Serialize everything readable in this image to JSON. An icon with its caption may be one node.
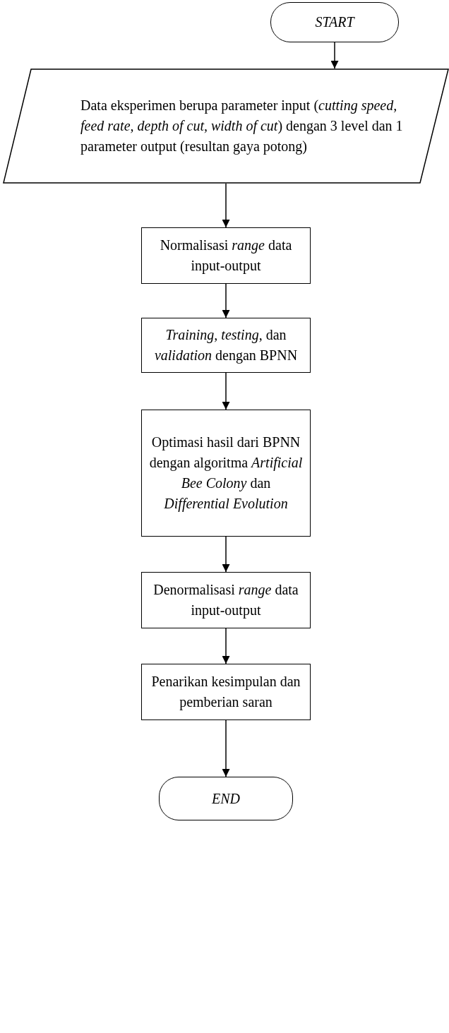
{
  "diagram": {
    "nodes": [
      {
        "text": [
          "START"
        ]
      },
      {
        "text": [
          "Data eksperimen berupa parameter input (*cutting speed, feed rate, depth of cut, width of cut*) dengan 3 level dan 1 parameter output (resultan gaya potong)"
        ]
      },
      {
        "text": [
          "Normalisasi *range* data input-output"
        ]
      },
      {
        "text": [
          "*Training, testing*, dan *validation* dengan BPNN"
        ]
      },
      {
        "text": [
          "Optimasi hasil dari BPNN dengan algoritma *Artificial Bee Colony* dan *Differential Evolution*"
        ]
      },
      {
        "text": [
          "Denormalisasi *range* data input-output"
        ]
      },
      {
        "text": [
          "Penarikan kesimpulan dan pemberian saran"
        ]
      },
      {
        "text": [
          "END"
        ]
      }
    ],
    "edges": [
      {
        "from": 0,
        "to": 1,
        "arrow": "to"
      },
      {
        "from": 1,
        "to": 2,
        "arrow": "to"
      },
      {
        "from": 2,
        "to": 3,
        "arrow": "to"
      },
      {
        "from": 3,
        "to": 4,
        "arrow": "to"
      },
      {
        "from": 4,
        "to": 5,
        "arrow": "to"
      },
      {
        "from": 5,
        "to": 6,
        "arrow": "to"
      },
      {
        "from": 6,
        "to": 7,
        "arrow": "to"
      }
    ]
  }
}
